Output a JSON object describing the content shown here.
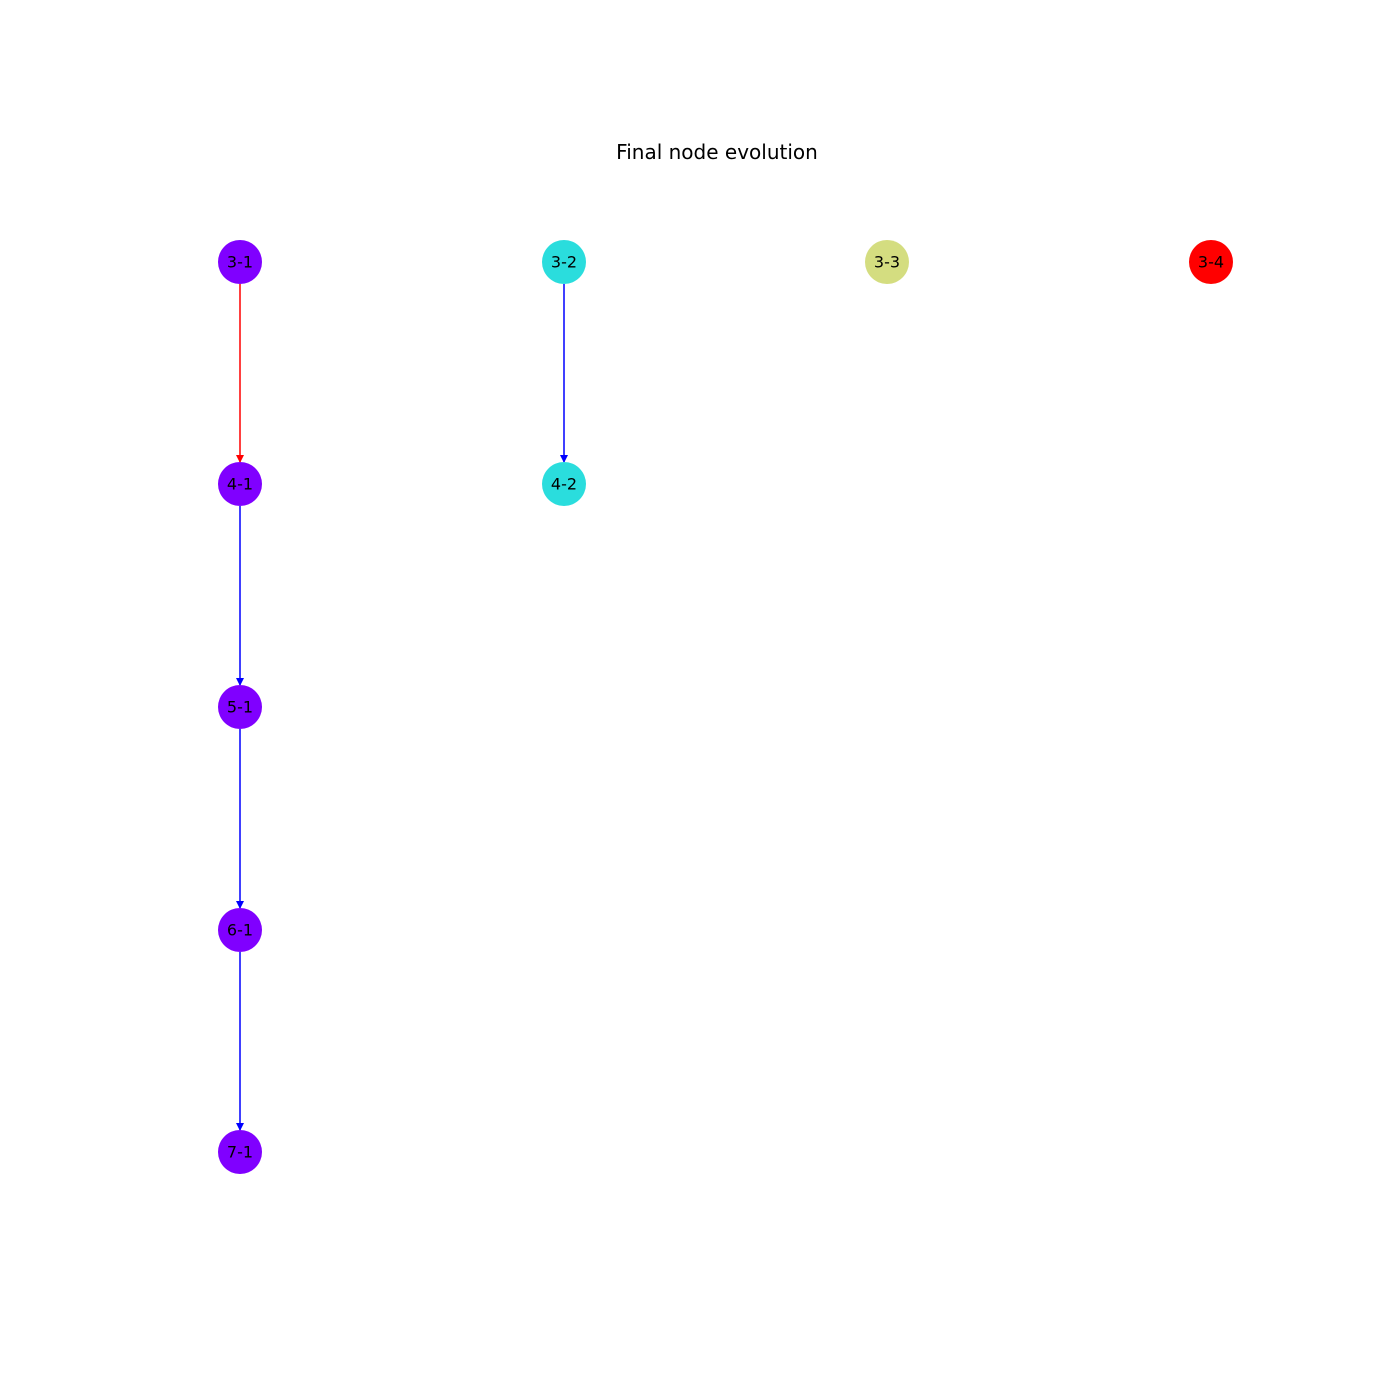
{
  "title": "Final node evolution",
  "nodes": [
    {
      "id": "3-1",
      "label": "3-1",
      "color": "#8000ff"
    },
    {
      "id": "3-2",
      "label": "3-2",
      "color": "#2adddd"
    },
    {
      "id": "3-3",
      "label": "3-3",
      "color": "#d4dd80"
    },
    {
      "id": "3-4",
      "label": "3-4",
      "color": "#ff0000"
    },
    {
      "id": "4-1",
      "label": "4-1",
      "color": "#8000ff"
    },
    {
      "id": "4-2",
      "label": "4-2",
      "color": "#2adddd"
    },
    {
      "id": "5-1",
      "label": "5-1",
      "color": "#8000ff"
    },
    {
      "id": "6-1",
      "label": "6-1",
      "color": "#8000ff"
    },
    {
      "id": "7-1",
      "label": "7-1",
      "color": "#8000ff"
    }
  ],
  "edges": [
    {
      "from": "3-1",
      "to": "4-1",
      "color": "#ff0000"
    },
    {
      "from": "3-2",
      "to": "4-2",
      "color": "#0000ff"
    },
    {
      "from": "4-1",
      "to": "5-1",
      "color": "#0000ff"
    },
    {
      "from": "5-1",
      "to": "6-1",
      "color": "#0000ff"
    },
    {
      "from": "6-1",
      "to": "7-1",
      "color": "#0000ff"
    }
  ]
}
